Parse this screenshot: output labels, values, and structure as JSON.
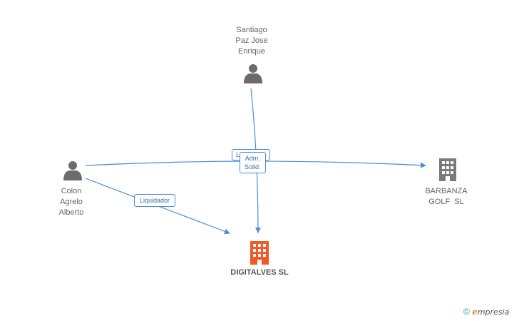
{
  "nodes": {
    "santiago": {
      "lines": [
        "Santiago",
        "Paz Jose",
        "Enrique"
      ]
    },
    "colon": {
      "lines": [
        "Colon",
        "Agrelo",
        "Alberto"
      ]
    },
    "barbanza": {
      "lines": [
        "BARBANZA",
        "GOLF  SL"
      ]
    },
    "digitalves": {
      "label": "DIGITALVES SL"
    }
  },
  "edges": {
    "liquidador_1": "Liquidador",
    "liquidador_2": "Liquidador",
    "adm_solid_line1": "Adm.",
    "adm_solid_line2": "Solid."
  },
  "colors": {
    "person": "#6b6b6b",
    "company_gray": "#7a7a7a",
    "company_highlight": "#f05a28",
    "edge": "#4a8fd8"
  },
  "footer": {
    "copyright_symbol": "©",
    "brand_e": "e",
    "brand_rest": "mpresia"
  }
}
